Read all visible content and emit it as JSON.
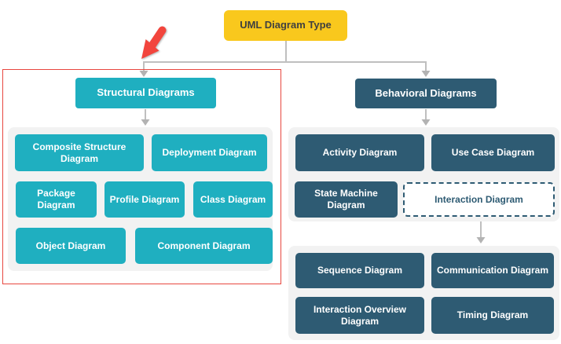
{
  "root": {
    "label": "UML Diagram Type"
  },
  "structural": {
    "header": "Structural Diagrams",
    "items": [
      "Composite Structure Diagram",
      "Deployment Diagram",
      "Package Diagram",
      "Profile Diagram",
      "Class Diagram",
      "Object Diagram",
      "Component Diagram"
    ],
    "highlighted": true
  },
  "behavioral": {
    "header": "Behavioral Diagrams",
    "items": [
      "Activity Diagram",
      "Use Case Diagram",
      "State Machine Diagram",
      "Interaction Diagram"
    ],
    "interaction_children": [
      "Sequence Diagram",
      "Communication Diagram",
      "Interaction Overview Diagram",
      "Timing Diagram"
    ]
  },
  "icons": {
    "annotation_arrow": "red-arrow-pointing-down-left"
  },
  "colors": {
    "root_bg": "#F9C81D",
    "root_text": "#404040",
    "structural_bg": "#1FAFC0",
    "behavioral_bg": "#2E5B73",
    "panel_bg": "#F2F2F2",
    "connector": "#BFBFBF",
    "arrowhead": "#B3B3B3",
    "highlight_red": "#F2453D",
    "outline_red": "#E8473F",
    "node_text": "#FFFFFF"
  }
}
